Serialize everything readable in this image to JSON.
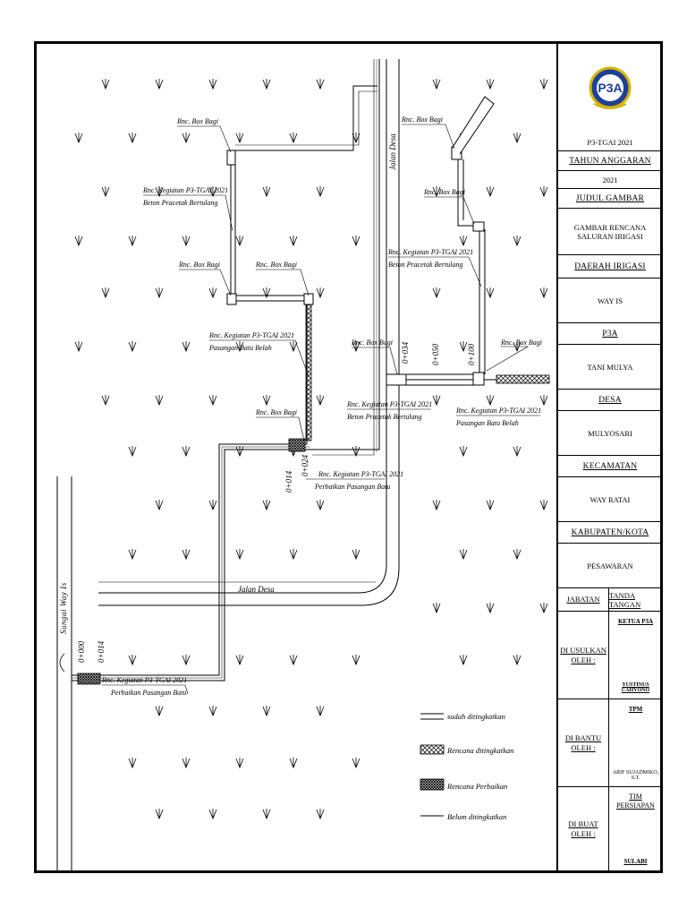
{
  "labels": {
    "box_bagi": "Rnc. Box Bagi",
    "kegiatan_a": "Rnc. Kegiatan P3-TGAI 2021",
    "beton_pracetak": "Beton Pracetak Bertulang",
    "pasangan_batu_belah": "Pasangan Batu Belah",
    "perbaikan_pasangan_batu": "Perbaikan Pasangan Batu",
    "jalan_desa": "Jalan Desa",
    "sungai": "Sungai Way Is"
  },
  "stations": {
    "s0": "0+000",
    "s14": "0+014",
    "s24": "0+024",
    "s34": "0+034",
    "s50": "0+050",
    "s100": "0+100"
  },
  "legend": {
    "sudah": "sudah ditingkatkan",
    "rencana_tingkat": "Rencana ditingkatkan",
    "rencana_perbaikan": "Rencana Perbaikan",
    "belum": "Belum ditingkatkan"
  },
  "titleblock": {
    "program": "P3-TGAI 2021",
    "tahun_anggaran_head": "TAHUN ANGGARAN",
    "tahun_anggaran": "2021",
    "judul_head": "JUDUL GAMBAR",
    "judul_line1": "GAMBAR RENCANA",
    "judul_line2": "SALURAN IRIGASI",
    "daerah_head": "DAERAH IRIGASI",
    "daerah": "WAY IS",
    "p3a_head": "P3A",
    "p3a": "TANI MULYA",
    "desa_head": "DESA",
    "desa": "MULYOSARI",
    "kecamatan_head": "KECAMATAN",
    "kecamatan": "WAY RATAI",
    "kabupaten_head": "KABUPATEN/KOTA",
    "kabupaten": "PESAWARAN",
    "jabatan_head": "JABATAN",
    "tanda_tangan_head": "TANDA TANGAN",
    "usulkan_1": "DI USULKAN",
    "usulkan_2": "OLEH :",
    "usulkan_role": "KETUA P3A",
    "usulkan_name": "YUSTINUS CAHYONO",
    "bantu_1": "DI BANTU",
    "bantu_2": "OLEH :",
    "bantu_role": "TPM",
    "bantu_name": "ARIF SUJADMIKO, S.T.",
    "buat_1": "DI BUAT",
    "buat_2": "OLEH :",
    "buat_role_1": "TIM",
    "buat_role_2": "PERSIAPAN",
    "buat_name": "SULABI"
  }
}
